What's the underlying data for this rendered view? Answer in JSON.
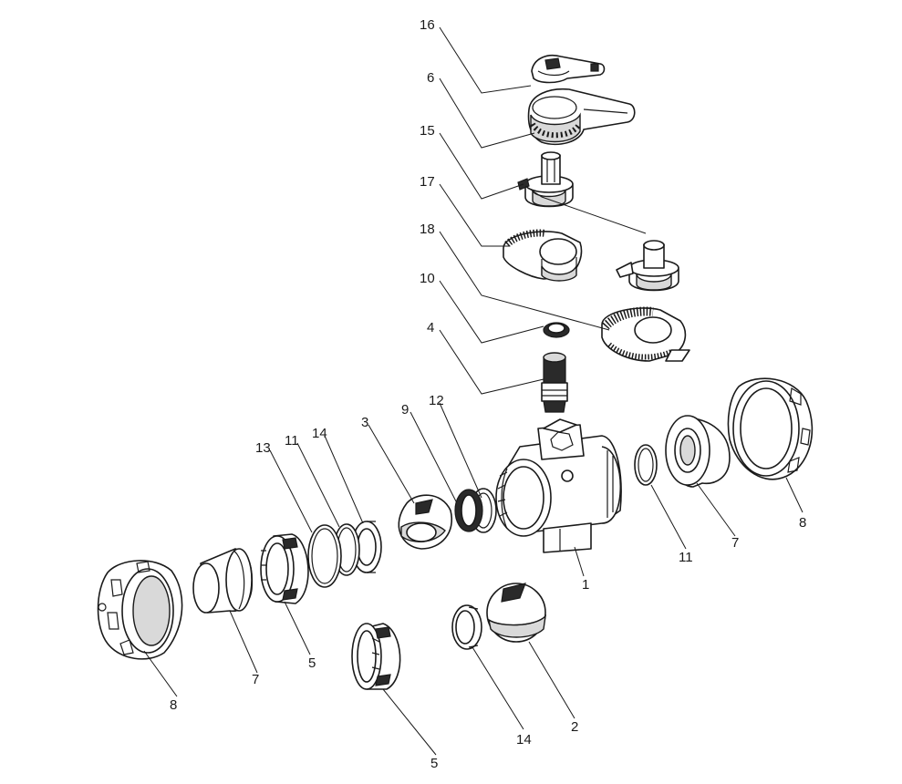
{
  "diagram": {
    "type": "exploded-assembly",
    "line_color": "#1a1a1a",
    "background": "#ffffff",
    "callouts": [
      {
        "id": "c16",
        "label": "16"
      },
      {
        "id": "c6",
        "label": "6"
      },
      {
        "id": "c15",
        "label": "15"
      },
      {
        "id": "c17",
        "label": "17"
      },
      {
        "id": "c18",
        "label": "18"
      },
      {
        "id": "c10",
        "label": "10"
      },
      {
        "id": "c4",
        "label": "4"
      },
      {
        "id": "c12",
        "label": "12"
      },
      {
        "id": "c9",
        "label": "9"
      },
      {
        "id": "c3",
        "label": "3"
      },
      {
        "id": "c14a",
        "label": "14"
      },
      {
        "id": "c11a",
        "label": "11"
      },
      {
        "id": "c13",
        "label": "13"
      },
      {
        "id": "c1",
        "label": "1"
      },
      {
        "id": "c11b",
        "label": "11"
      },
      {
        "id": "c7b",
        "label": "7"
      },
      {
        "id": "c8b",
        "label": "8"
      },
      {
        "id": "c8a",
        "label": "8"
      },
      {
        "id": "c7a",
        "label": "7"
      },
      {
        "id": "c5a",
        "label": "5"
      },
      {
        "id": "c14b",
        "label": "14"
      },
      {
        "id": "c2",
        "label": "2"
      },
      {
        "id": "c5b",
        "label": "5"
      }
    ]
  }
}
